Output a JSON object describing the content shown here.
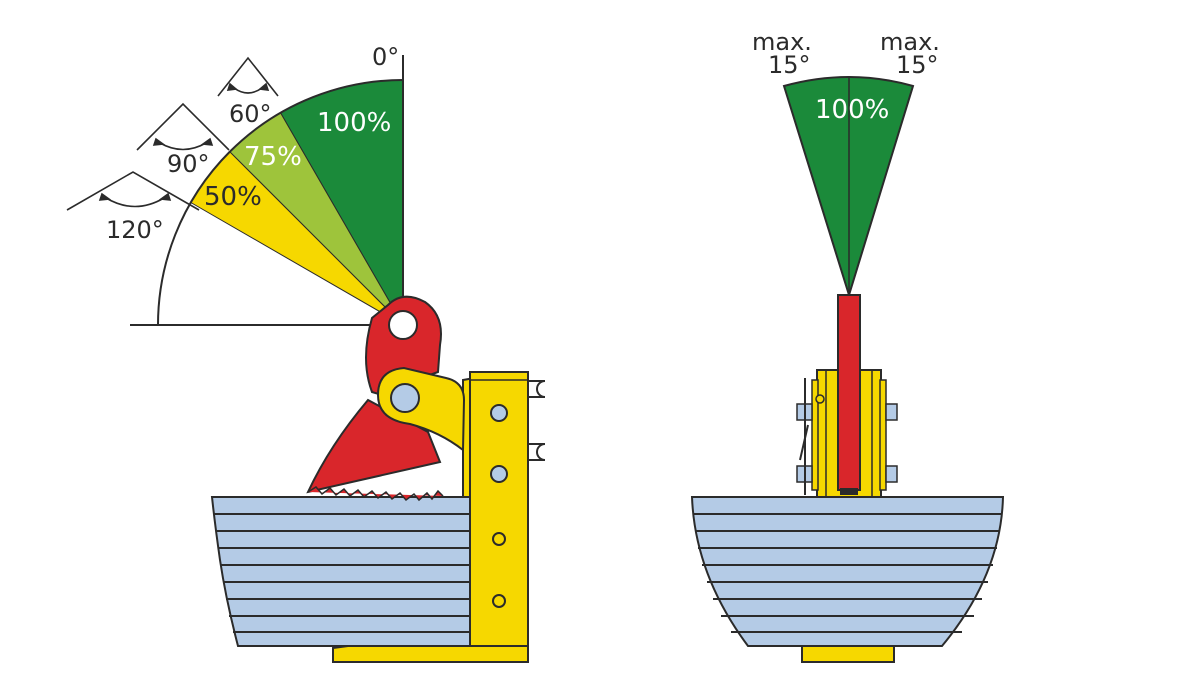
{
  "left_view": {
    "angle_labels": {
      "zero": "0°",
      "sixty": "60°",
      "ninety": "90°",
      "one_twenty": "120°"
    },
    "sector_labels": {
      "s100": "100%",
      "s75": "75%",
      "s50": "50%"
    }
  },
  "right_view": {
    "left_limit": {
      "line1": "max.",
      "line2": "15°"
    },
    "right_limit": {
      "line1": "max.",
      "line2": "15°"
    },
    "sector_label": "100%"
  },
  "colors": {
    "green": "#1b8a3a",
    "light_green": "#9ec43b",
    "yellow": "#f6d800",
    "red": "#d9262b",
    "steel": "#b4cbe6",
    "outline": "#2b2b2b"
  }
}
